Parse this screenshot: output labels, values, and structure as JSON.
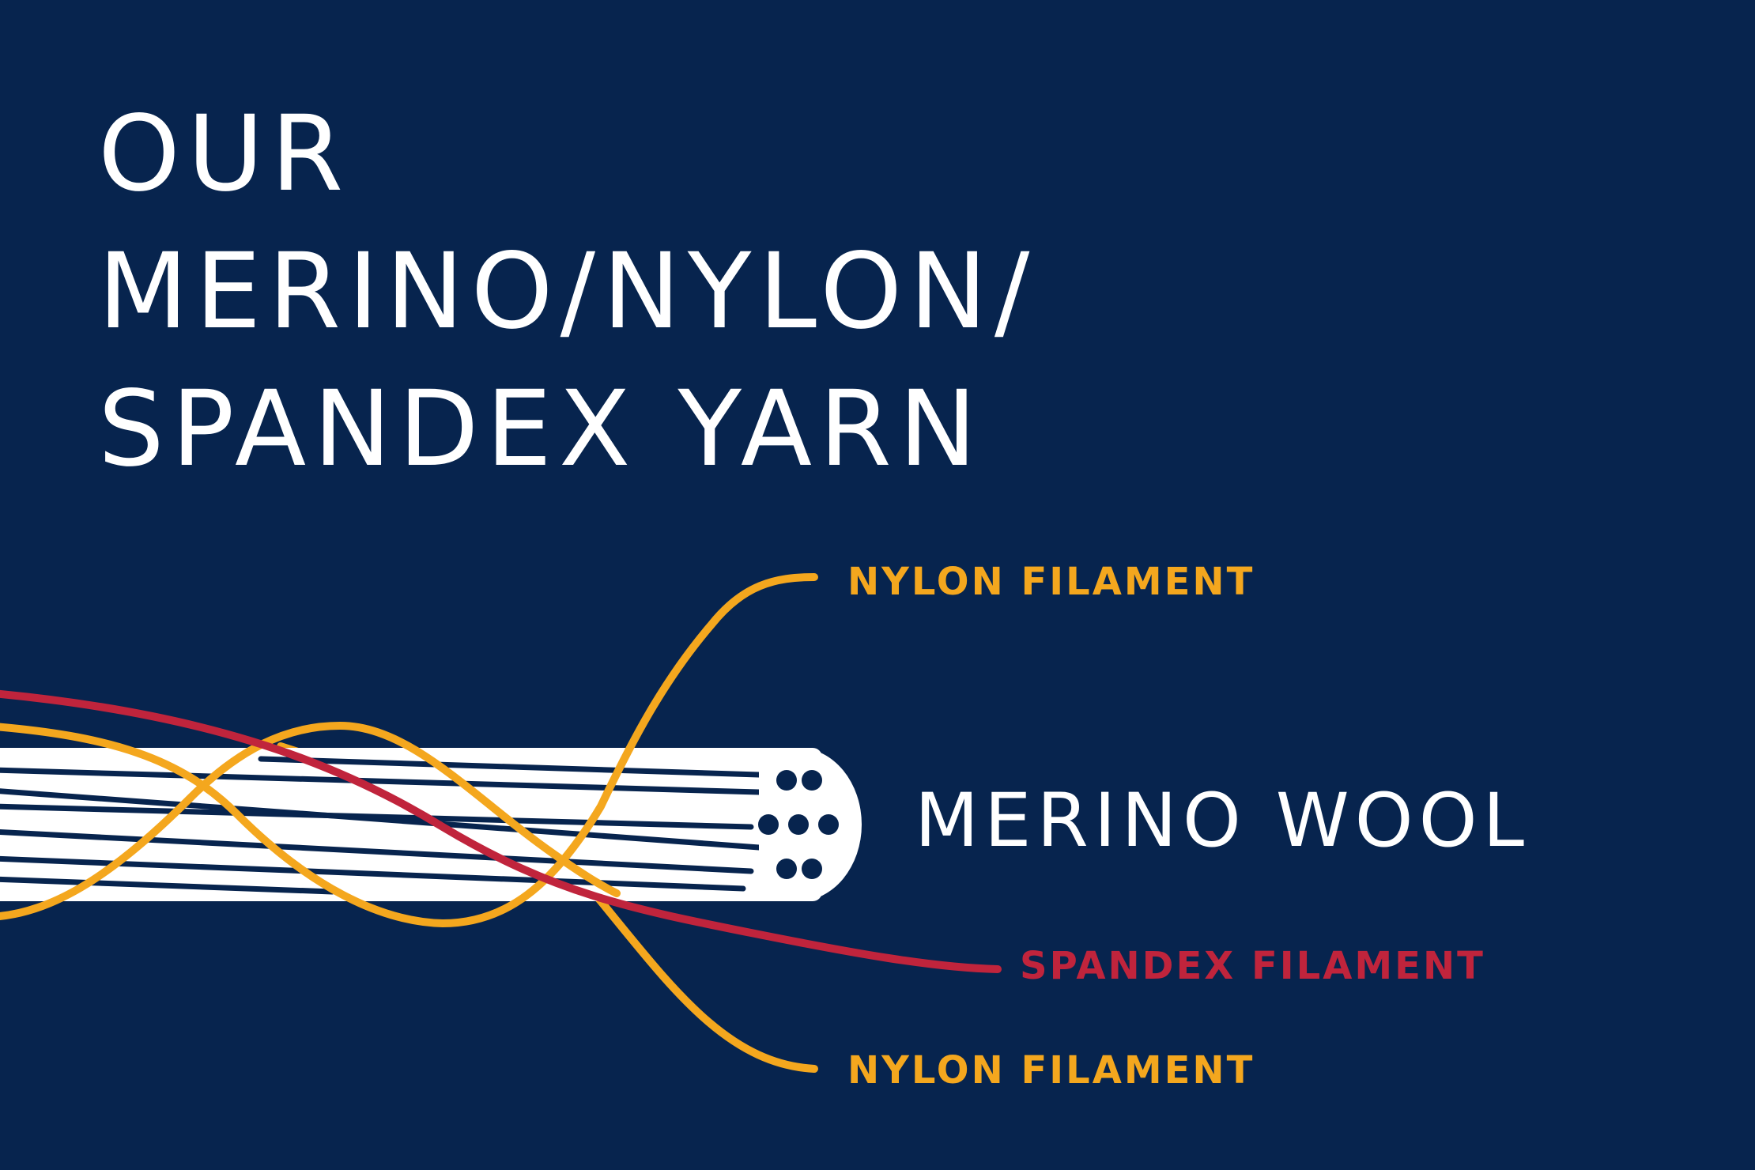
{
  "headline": {
    "line1": "OUR",
    "line2": "MERINO/NYLON/",
    "line3": "SPANDEX YARN"
  },
  "labels": {
    "nylon_top": "NYLON FILAMENT",
    "merino": "MERINO WOOL",
    "spandex": "SPANDEX FILAMENT",
    "nylon_bottom": "NYLON FILAMENT"
  },
  "colors": {
    "background": "#07244e",
    "merino": "#ffffff",
    "nylon": "#f4a71e",
    "spandex": "#c0243c"
  }
}
